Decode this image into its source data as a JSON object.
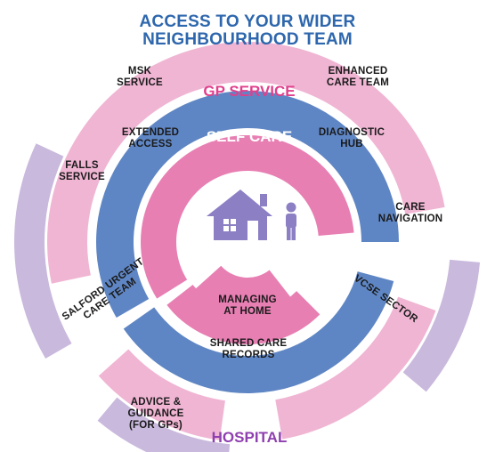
{
  "title": {
    "line1": "ACCESS TO YOUR WIDER",
    "line2": "NEIGHBOURHOOD TEAM"
  },
  "rings": {
    "gp_service": "GP SERVICE",
    "self_care": "SELF CARE",
    "hospital": "HOSPITAL"
  },
  "segments": {
    "msk_service": "MSK\nSERVICE",
    "enhanced_care_team": "ENHANCED\nCARE TEAM",
    "extended_access": "EXTENDED\nACCESS",
    "diagnostic_hub": "DIAGNOSTIC\nHUB",
    "falls_service": "FALLS\nSERVICE",
    "care_navigation": "CARE\nNAVIGATION",
    "salford_urgent_care_team": "SALFORD URGENT\nCARE TEAM",
    "vcse_sector": "VCSE SECTOR",
    "managing_at_home": "MANAGING\nAT HOME",
    "shared_care_records": "SHARED CARE\nRECORDS",
    "advice_guidance": "ADVICE &\nGUIDANCE\n(FOR GPs)"
  },
  "icons": [
    "house-icon",
    "person-icon"
  ],
  "colors": {
    "title_blue": "#2e67ad",
    "outer_pink": "#f0b5d3",
    "mid_blue": "#5f86c4",
    "inner_pink": "#e87fb3",
    "lavender": "#c9b9dd",
    "house_purple": "#8c7fc4",
    "gp_text_pink": "#e0408d",
    "hospital_text_purple": "#8f3fb0"
  }
}
